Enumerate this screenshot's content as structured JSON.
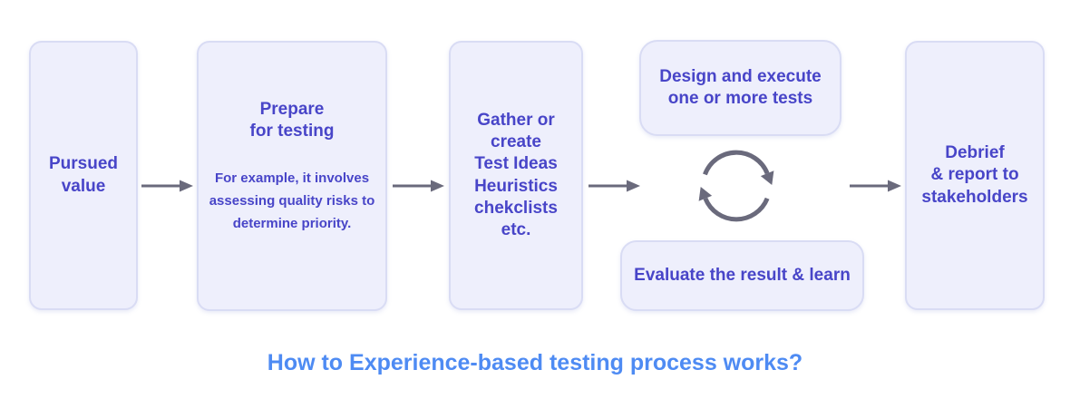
{
  "caption": "How to Experience-based testing process works?",
  "steps": {
    "pursued_value": {
      "label": "Pursued\nvalue"
    },
    "prepare": {
      "title": "Prepare\nfor testing",
      "description": "For example, it involves assessing quality risks to determine priority."
    },
    "gather": {
      "label": "Gather or\ncreate\nTest Ideas\nHeuristics\nchekclists\netc."
    },
    "design": {
      "label": "Design and execute\none or more tests"
    },
    "evaluate": {
      "label": "Evaluate the result & learn"
    },
    "debrief": {
      "label": "Debrief\n& report to\nstakeholders"
    }
  },
  "icons": {
    "flow_arrow": "right-arrow-icon",
    "cycle": "cycle-arrows-icon"
  },
  "colors": {
    "background": "#ffffff",
    "box_fill": "#eeeffc",
    "box_border": "#d9dcf4",
    "text_indigo": "#4845c8",
    "arrow_gray": "#6a6a7c",
    "caption_blue": "#4e8bf3"
  }
}
